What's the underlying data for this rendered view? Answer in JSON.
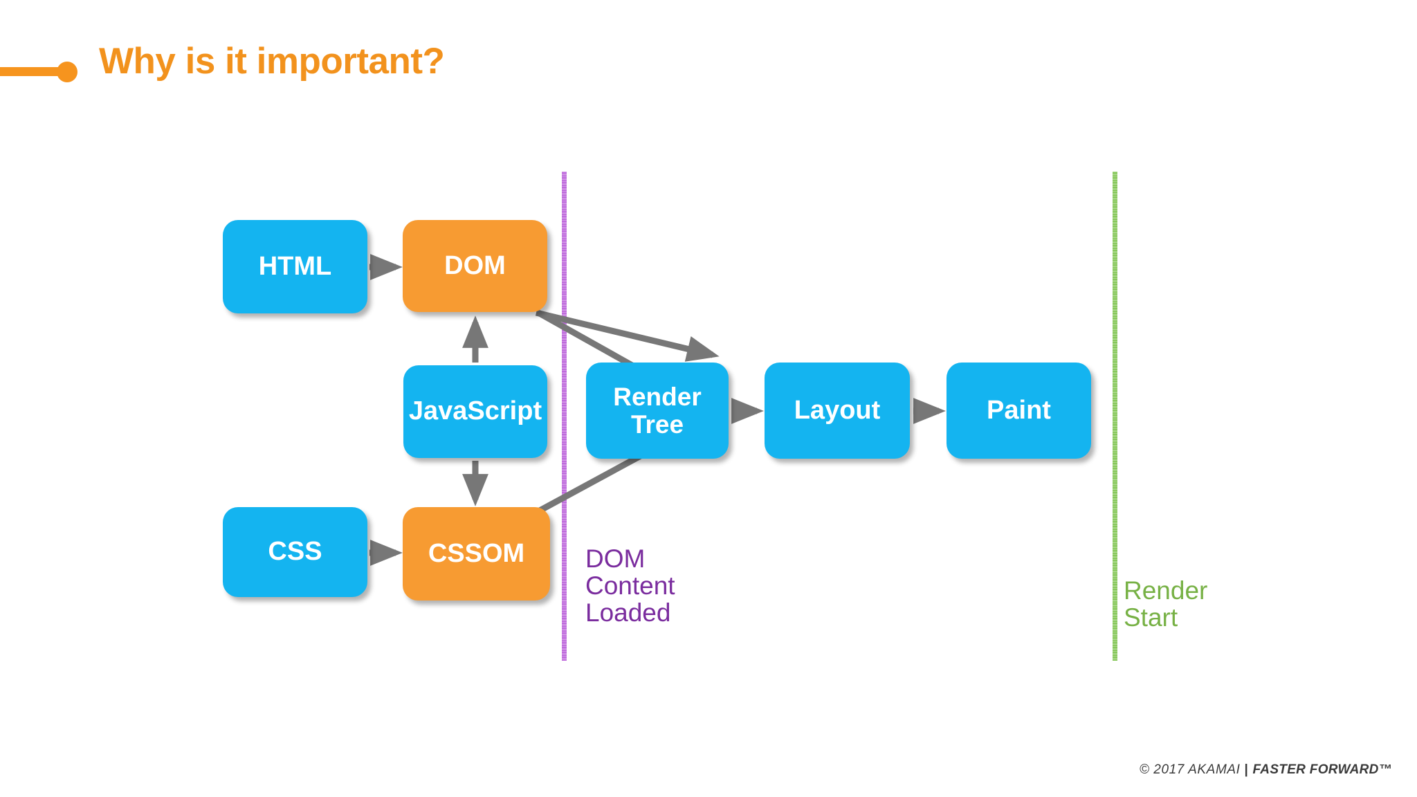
{
  "slide": {
    "title": "Why is it important?",
    "background_color": "#FFFFFF",
    "accent_color": "#F2921D"
  },
  "diagram": {
    "type": "flow",
    "colors": {
      "source_box": "#14B4F0",
      "model_box": "#F79B32",
      "arrow": "#777777",
      "dom_content_loaded": "#B656D8",
      "dom_content_loaded_text": "#7A2C9E",
      "render_start": "#76C043",
      "render_start_text": "#77B145"
    },
    "boxes": [
      {
        "id": "html",
        "label": "HTML",
        "color": "cyan"
      },
      {
        "id": "dom",
        "label": "DOM",
        "color": "orange"
      },
      {
        "id": "javascript",
        "label": "JavaScript",
        "color": "cyan"
      },
      {
        "id": "render_tree",
        "label": "Render\nTree",
        "color": "cyan"
      },
      {
        "id": "layout",
        "label": "Layout",
        "color": "cyan"
      },
      {
        "id": "paint",
        "label": "Paint",
        "color": "cyan"
      },
      {
        "id": "css",
        "label": "CSS",
        "color": "cyan"
      },
      {
        "id": "cssom",
        "label": "CSSOM",
        "color": "orange"
      }
    ],
    "edges": [
      {
        "from": "html",
        "to": "dom"
      },
      {
        "from": "css",
        "to": "cssom"
      },
      {
        "from": "javascript",
        "to": "dom"
      },
      {
        "from": "javascript",
        "to": "cssom"
      },
      {
        "from": "dom",
        "to": "render_tree"
      },
      {
        "from": "cssom",
        "to": "render_tree"
      },
      {
        "from": "render_tree",
        "to": "layout"
      },
      {
        "from": "layout",
        "to": "paint"
      }
    ],
    "milestones": [
      {
        "id": "dom_content_loaded",
        "label": "DOM\nContent\nLoaded"
      },
      {
        "id": "render_start",
        "label": "Render\nStart"
      }
    ]
  },
  "footer": {
    "copyright": "© 2017 AKAMAI",
    "separator": "|",
    "tagline": "FASTER FORWARD™"
  }
}
